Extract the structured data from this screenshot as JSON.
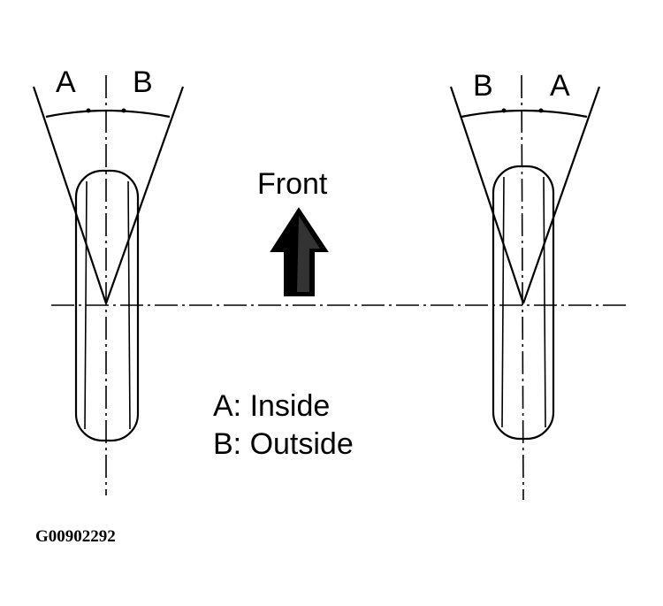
{
  "left_wheel": {
    "label_left": "A",
    "label_right": "B"
  },
  "right_wheel": {
    "label_left": "B",
    "label_right": "A"
  },
  "direction_label": "Front",
  "legend": {
    "line_a": "A: Inside",
    "line_b": "B: Outside"
  },
  "figure_code": "G00902292",
  "colors": {
    "ink": "#000000",
    "background": "#ffffff"
  }
}
